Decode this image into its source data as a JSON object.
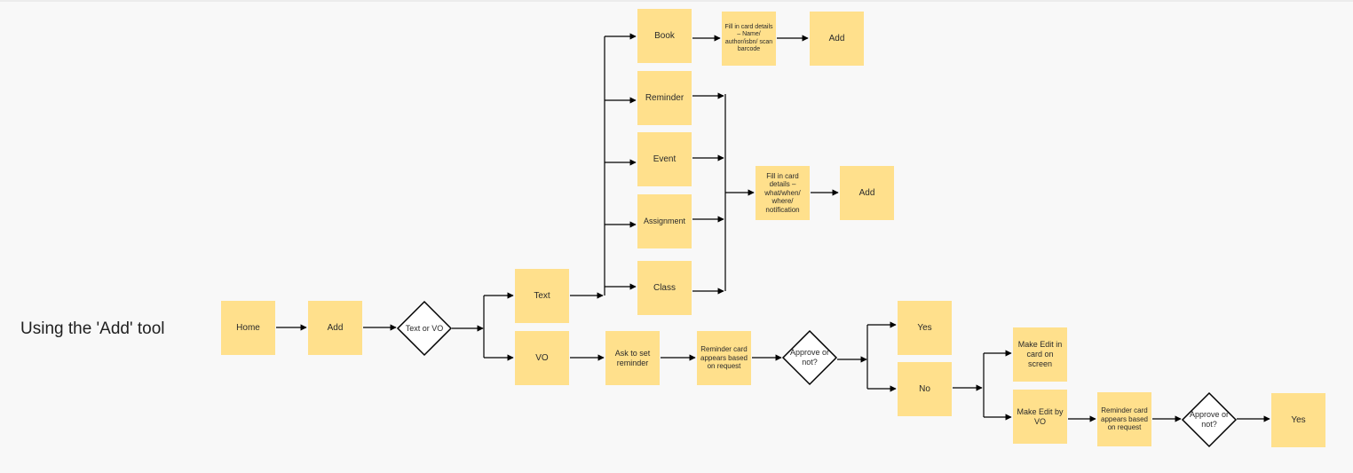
{
  "title": "Using the 'Add' tool",
  "colors": {
    "note": "#ffe08c",
    "line": "#000000",
    "background": "#f8f8f8"
  },
  "nodes": {
    "home": "Home",
    "add_main": "Add",
    "text_or_vo": "Text or VO",
    "text": "Text",
    "vo": "VO",
    "book": "Book",
    "reminder": "Reminder",
    "event": "Event",
    "assignment": "Assignment",
    "class": "Class",
    "book_details": "Fill in  card details – Name/ author/isbn/ scan barcode",
    "book_add": "Add",
    "event_details": "Fill in  card details – what/when/ where/ notification",
    "event_add": "Add",
    "ask_reminder": "Ask to set reminder",
    "reminder_card_1": "Reminder card appears based on request",
    "approve_1": "Approve or not?",
    "yes_1": "Yes",
    "no": "No",
    "edit_screen": "Make Edit in card on screen",
    "edit_vo": "Make Edit by VO",
    "reminder_card_2": "Reminder card appears based on request",
    "approve_2": "Approve or not?",
    "yes_2": "Yes"
  }
}
